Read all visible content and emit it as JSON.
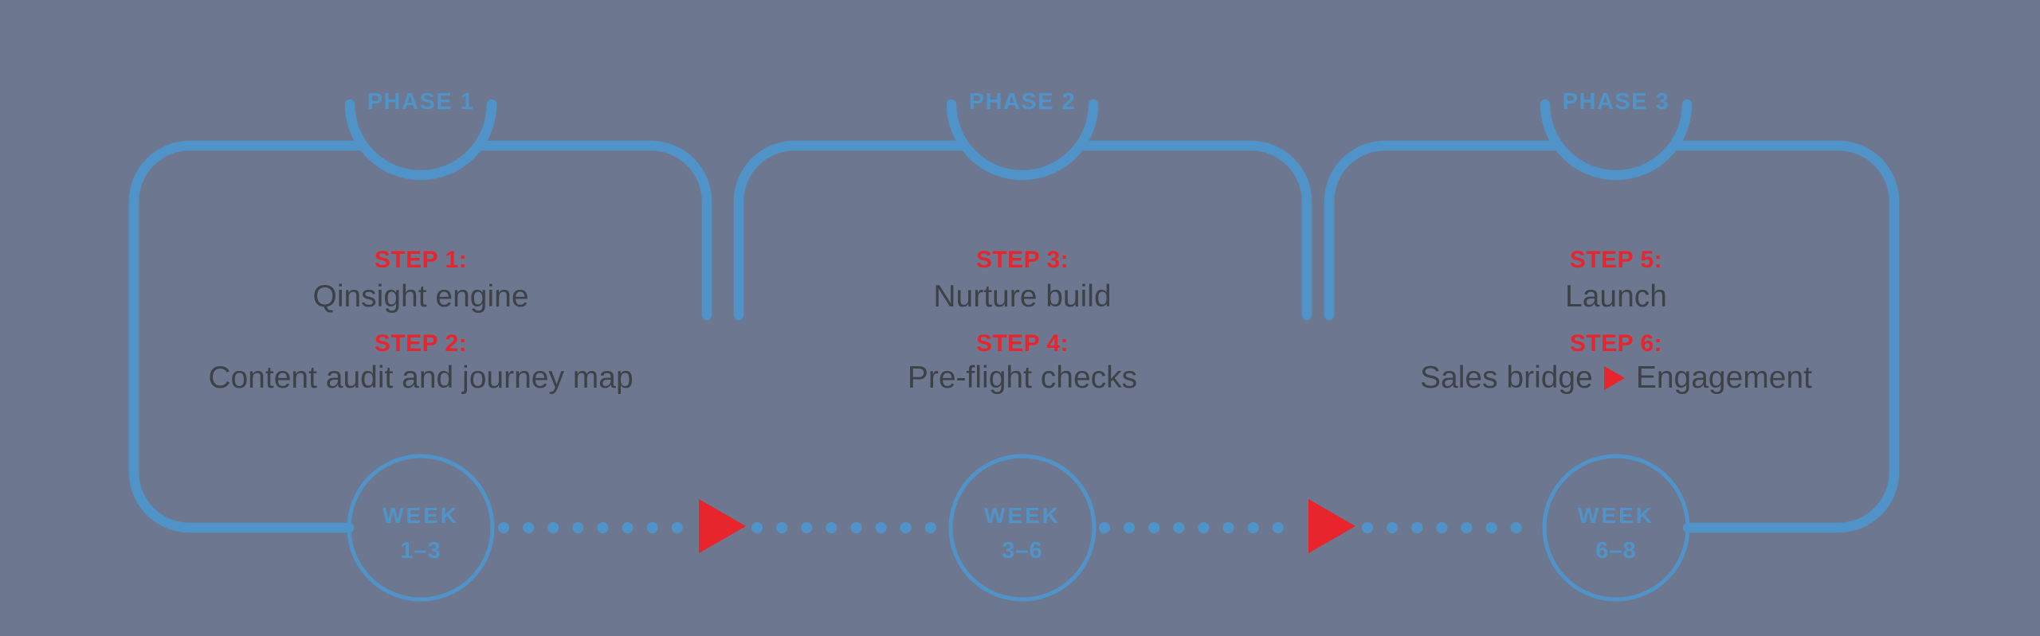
{
  "diagram": {
    "title_hint": "Three-phase project timeline",
    "colors": {
      "background": "#6d7890",
      "line_blue": "#4f93c8",
      "accent_red": "#e8242c",
      "text_dark": "#3d4247"
    },
    "phases": [
      {
        "label": "PHASE 1",
        "steps": [
          {
            "heading": "STEP 1:",
            "body": "Qinsight engine"
          },
          {
            "heading": "STEP 2:",
            "body": "Content audit and journey map"
          }
        ],
        "week_word": "WEEK",
        "week_range": "1–3"
      },
      {
        "label": "PHASE 2",
        "steps": [
          {
            "heading": "STEP 3:",
            "body": "Nurture build"
          },
          {
            "heading": "STEP 4:",
            "body": "Pre-flight checks"
          }
        ],
        "week_word": "WEEK",
        "week_range": "3–6"
      },
      {
        "label": "PHASE 3",
        "steps": [
          {
            "heading": "STEP 5:",
            "body": "Launch"
          },
          {
            "heading": "STEP 6:",
            "body_left": "Sales bridge",
            "body_right": "Engagement",
            "icon": "red-play-arrow"
          }
        ],
        "week_word": "WEEK",
        "week_range": "6–8"
      }
    ]
  }
}
